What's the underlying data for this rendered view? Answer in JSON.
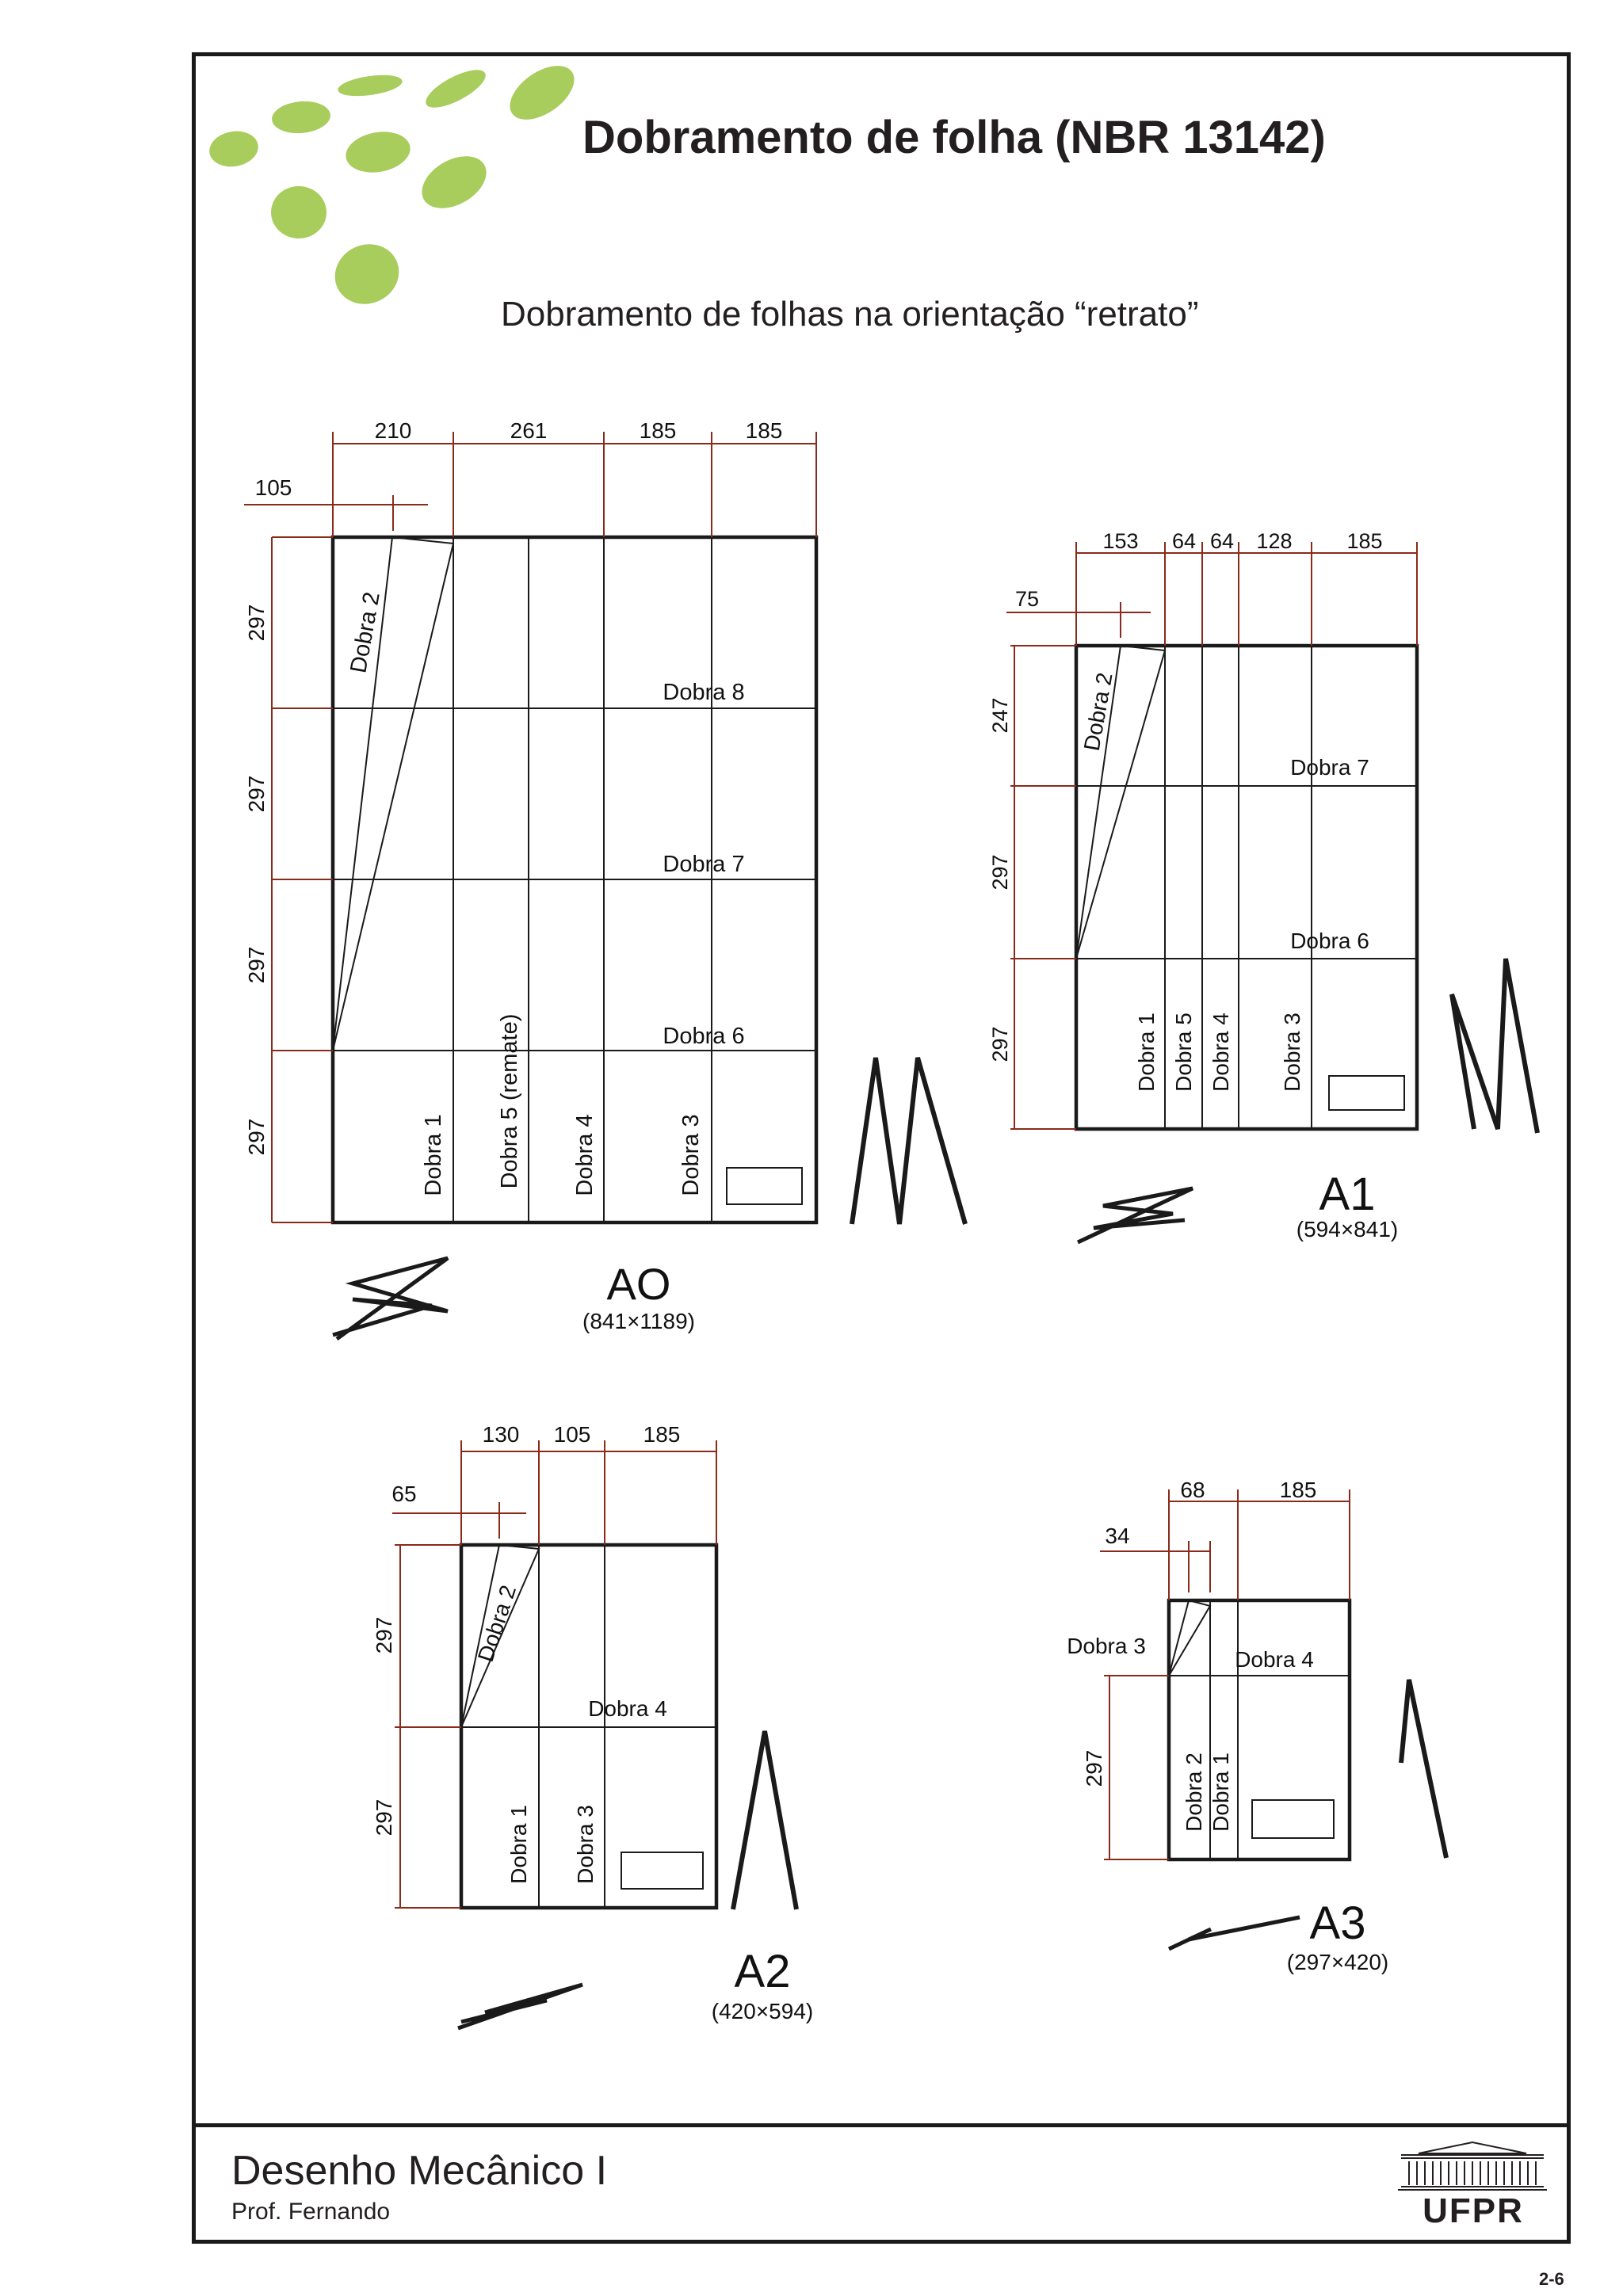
{
  "title": "Dobramento de folha (NBR 13142)",
  "subtitle": "Dobramento de folhas na orientação “retrato”",
  "footer": {
    "course": "Desenho Mecânico I",
    "professor": "Prof. Fernando",
    "logo_text": "UFPR",
    "page_number": "2-6"
  },
  "decoration": {
    "dots_color": "#a8cd5c"
  },
  "sheets": {
    "a0": {
      "name": "AO",
      "size": "(841×1189)",
      "dims_top": [
        "210",
        "261",
        "185",
        "185"
      ],
      "dim_offset": "105",
      "dims_left": [
        "297",
        "297",
        "297",
        "297"
      ],
      "folds": {
        "f1": "Dobra 1",
        "f2": "Dobra 2",
        "f3": "Dobra 3",
        "f4": "Dobra 4",
        "f5": "Dobra 5 (remate)",
        "f6": "Dobra 6",
        "f7": "Dobra 7",
        "f8": "Dobra 8"
      }
    },
    "a1": {
      "name": "A1",
      "size": "(594×841)",
      "dims_top": [
        "153",
        "64",
        "64",
        "128",
        "185"
      ],
      "dim_offset": "75",
      "dims_left": [
        "247",
        "297",
        "297"
      ],
      "folds": {
        "f1": "Dobra 1",
        "f2": "Dobra 2",
        "f3": "Dobra 3",
        "f4": "Dobra 4",
        "f5": "Dobra 5",
        "f6": "Dobra 6",
        "f7": "Dobra 7"
      }
    },
    "a2": {
      "name": "A2",
      "size": "(420×594)",
      "dims_top": [
        "130",
        "105",
        "185"
      ],
      "dim_offset": "65",
      "dims_left": [
        "297",
        "297"
      ],
      "folds": {
        "f1": "Dobra 1",
        "f2": "Dobra 2",
        "f3": "Dobra 3",
        "f4": "Dobra 4"
      }
    },
    "a3": {
      "name": "A3",
      "size": "(297×420)",
      "dims_top": [
        "68",
        "185"
      ],
      "dim_offset": "34",
      "dims_left": [
        "297"
      ],
      "folds": {
        "f1": "Dobra 1",
        "f2": "Dobra 2",
        "f3": "Dobra 3",
        "f4": "Dobra 4"
      }
    }
  }
}
